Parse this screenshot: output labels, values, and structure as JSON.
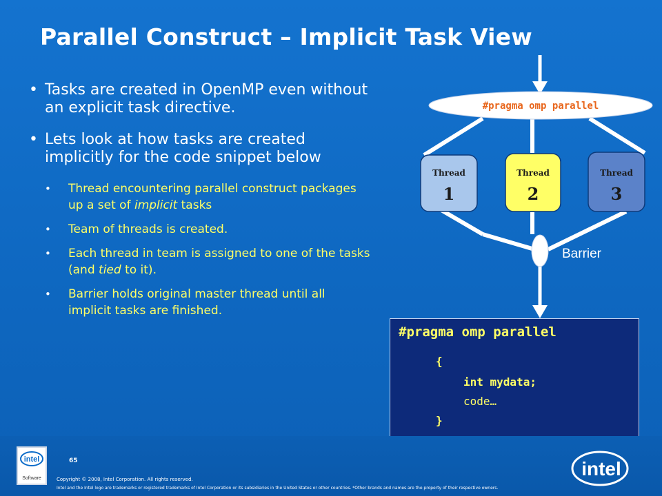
{
  "title": "Parallel Construct – Implicit Task View",
  "bullets": [
    "Tasks are created in OpenMP even without an explicit task directive.",
    "Lets look at how tasks are created implicitly for the code snippet below"
  ],
  "sub_bullets": [
    [
      "Thread encountering parallel construct packages up a set of ",
      "implicit",
      " tasks"
    ],
    [
      "Team of threads is created.",
      "",
      ""
    ],
    [
      "Each thread in team is assigned to one of the tasks (and ",
      "tied",
      " to it)."
    ],
    [
      "Barrier holds original master thread until all implicit tasks are finished.",
      "",
      ""
    ]
  ],
  "diagram": {
    "pragma_label": "#pragma omp parallel",
    "threads": [
      {
        "label": "Thread",
        "number": "1",
        "color": "#a9c7ec"
      },
      {
        "label": "Thread",
        "number": "2",
        "color": "#ffff66"
      },
      {
        "label": "Thread",
        "number": "3",
        "color": "#5b82c9"
      }
    ],
    "barrier_label": "Barrier"
  },
  "code": {
    "line1": "#pragma omp parallel",
    "line2": "{",
    "line3": "int mydata;",
    "line4": "code…",
    "line5": "}"
  },
  "footer": {
    "page_number": "65",
    "copyright": "Copyright © 2008, Intel Corporation. All rights reserved.",
    "legal": "Intel and the Intel logo are trademarks or registered trademarks of Intel Corporation or its subsidiaries in the United States or other countries. *Other brands and names are the property of their respective owners.",
    "badge_logo": "intel",
    "badge_caption": "Software",
    "logo_text": "intel"
  }
}
